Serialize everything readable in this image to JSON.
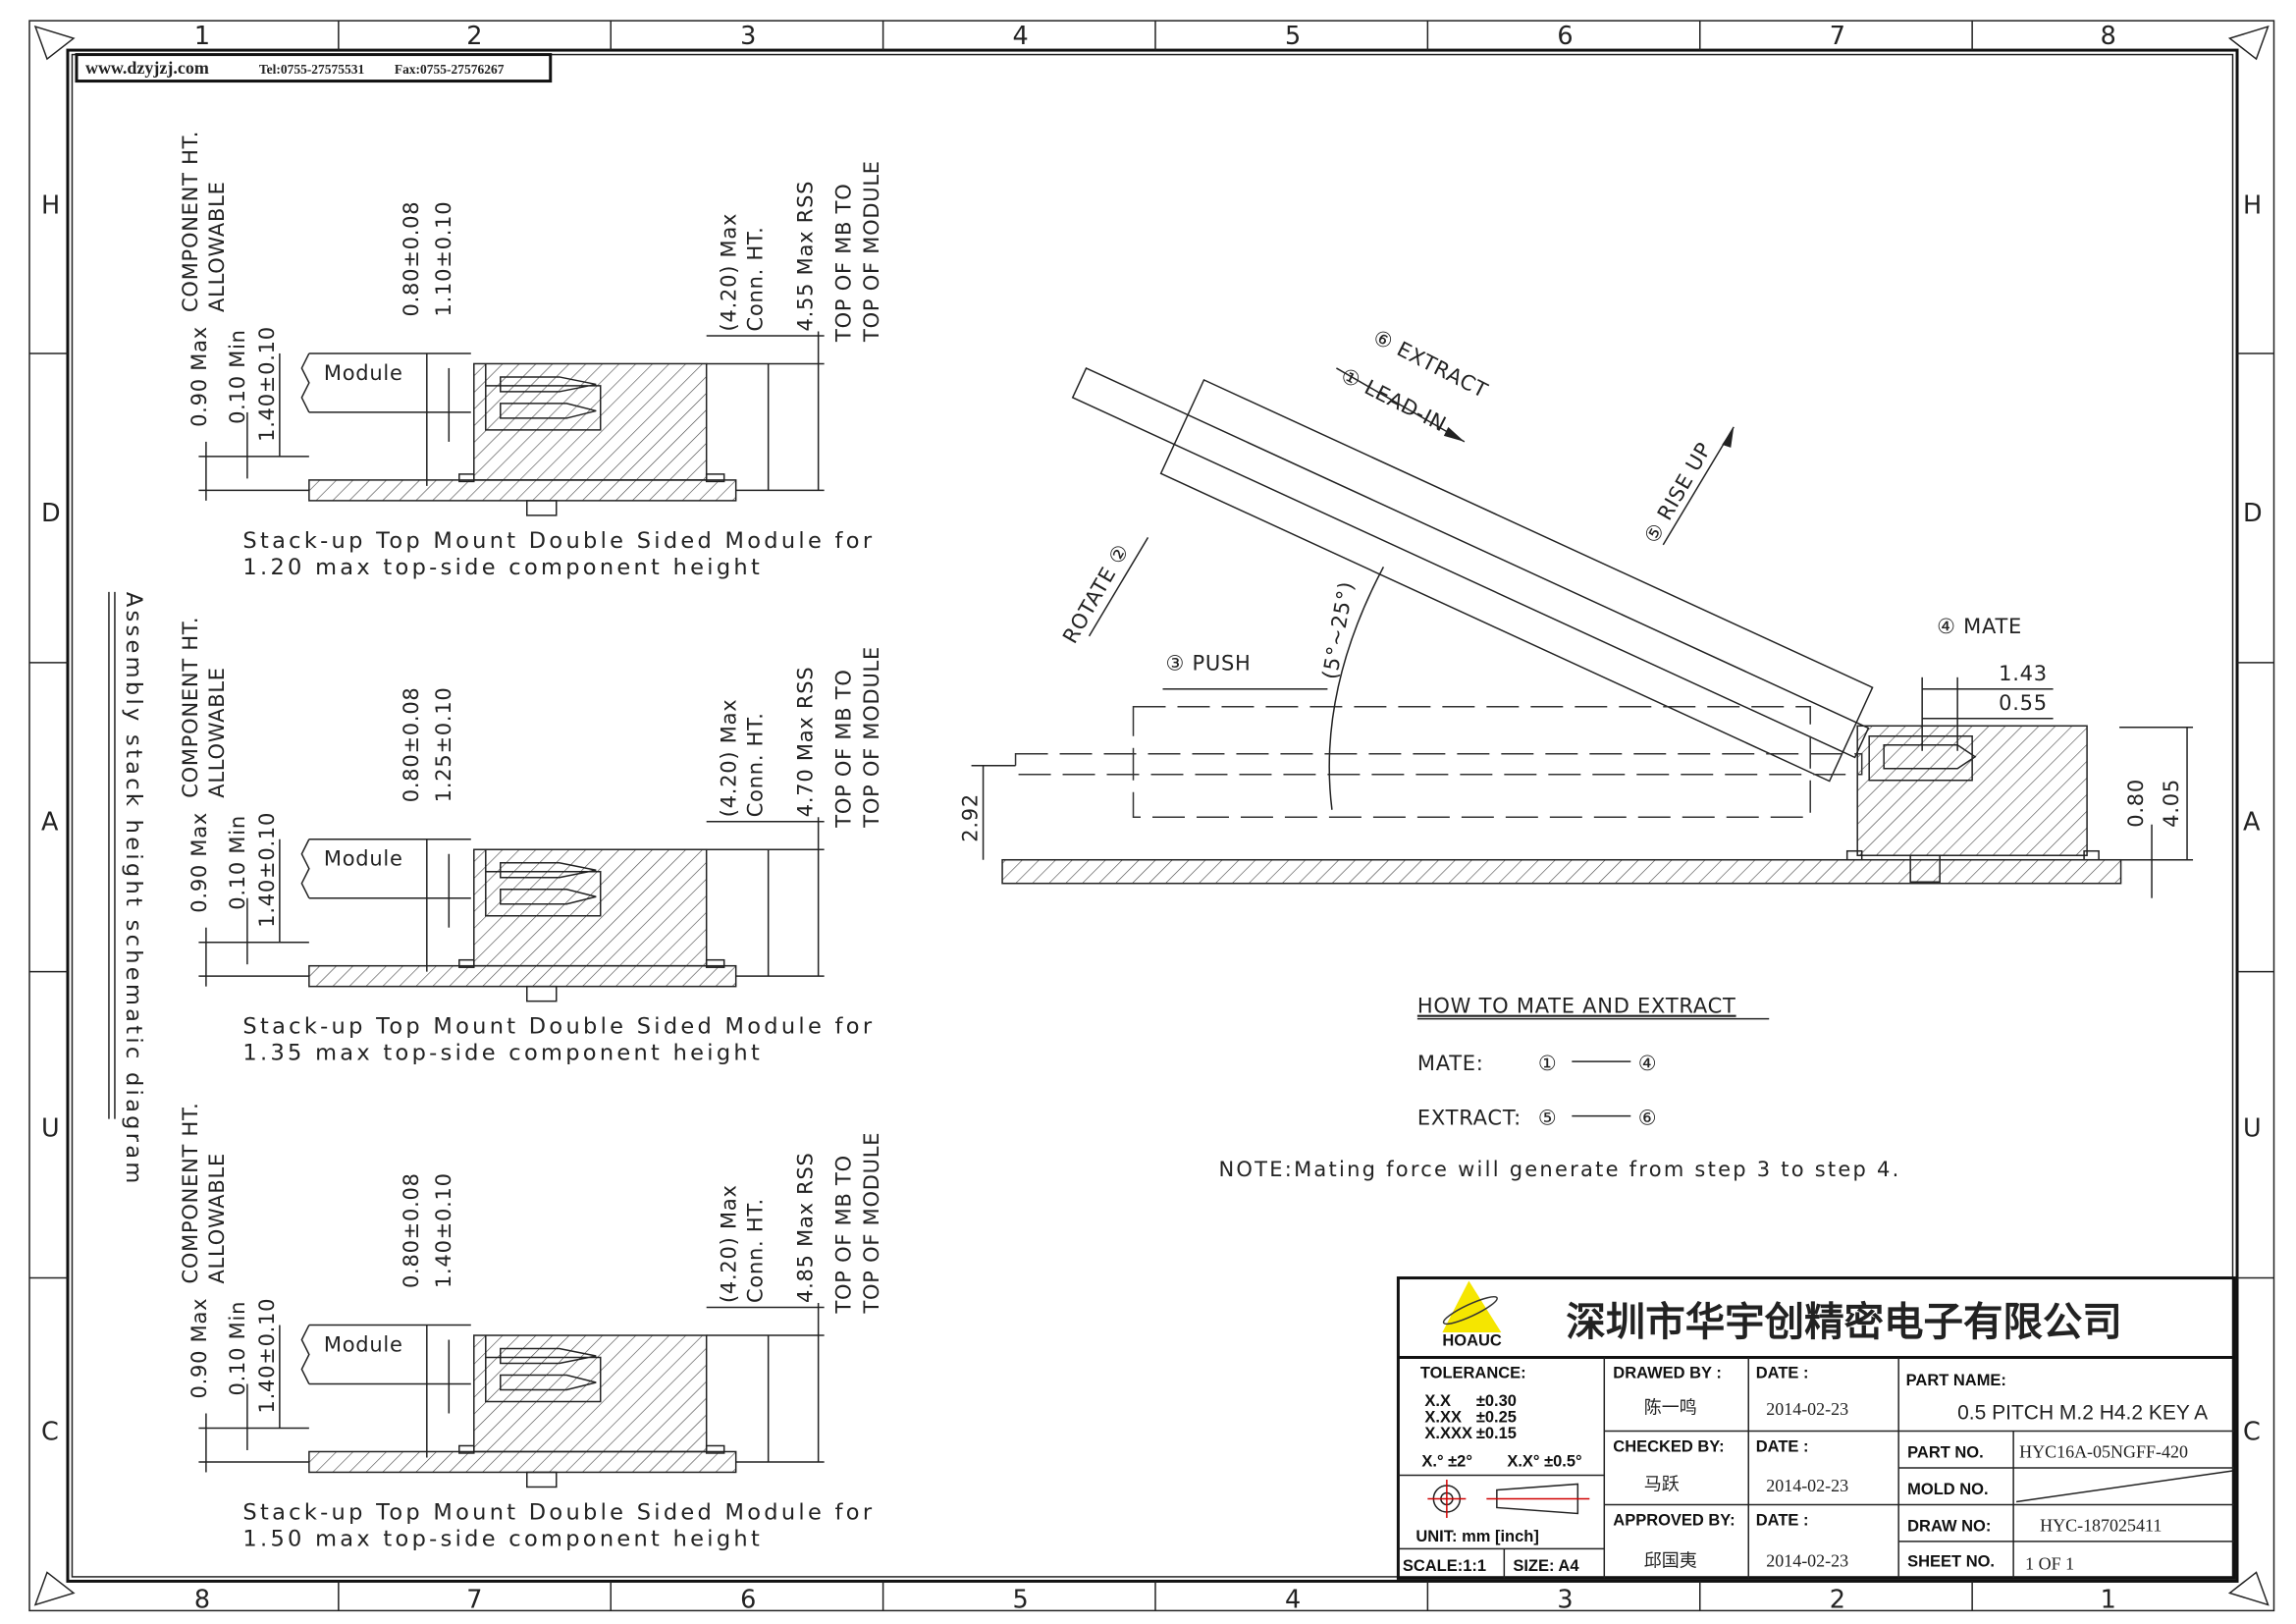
{
  "header": {
    "website": "www.dzyjzj.com",
    "tel": "Tel:0755-27575531",
    "fax": "Fax:0755-27576267"
  },
  "border": {
    "top_columns": [
      "1",
      "2",
      "3",
      "4",
      "5",
      "6",
      "7",
      "8"
    ],
    "bottom_columns": [
      "8",
      "7",
      "6",
      "5",
      "4",
      "3",
      "2",
      "1"
    ],
    "rows": [
      "H",
      "D",
      "A",
      "U",
      "C"
    ]
  },
  "side_label": "Assembly stack height schematic diagram",
  "stackups": [
    {
      "allowable_1": "COMPONENT HT.",
      "allowable_2": "ALLOWABLE",
      "min_clear": "0.90 Max",
      "gap": "0.10 Min",
      "module_ht": "1.40±0.10",
      "pcb": "0.80±0.08",
      "module_top": "1.10±0.10",
      "conn_1": "(4.20) Max",
      "conn_2": "Conn. HT.",
      "rss": "4.55 Max RSS",
      "top_1": "TOP OF MB TO",
      "top_2": "TOP OF MODULE",
      "module": "Module",
      "caption_1": "Stack-up Top Mount Double Sided Module for",
      "caption_2": "1.20 max top-side component height"
    },
    {
      "allowable_1": "COMPONENT HT.",
      "allowable_2": "ALLOWABLE",
      "min_clear": "0.90 Max",
      "gap": "0.10 Min",
      "module_ht": "1.40±0.10",
      "pcb": "0.80±0.08",
      "module_top": "1.25±0.10",
      "conn_1": "(4.20) Max",
      "conn_2": "Conn. HT.",
      "rss": "4.70 Max RSS",
      "top_1": "TOP OF MB TO",
      "top_2": "TOP OF MODULE",
      "module": "Module",
      "caption_1": "Stack-up Top Mount Double Sided Module for",
      "caption_2": "1.35 max top-side component height"
    },
    {
      "allowable_1": "COMPONENT HT.",
      "allowable_2": "ALLOWABLE",
      "min_clear": "0.90 Max",
      "gap": "0.10 Min",
      "module_ht": "1.40±0.10",
      "pcb": "0.80±0.08",
      "module_top": "1.40±0.10",
      "conn_1": "(4.20) Max",
      "conn_2": "Conn. HT.",
      "rss": "4.85 Max RSS",
      "top_1": "TOP OF MB TO",
      "top_2": "TOP OF MODULE",
      "module": "Module",
      "caption_1": "Stack-up Top Mount Double Sided Module for",
      "caption_2": "1.50 max top-side component height"
    }
  ],
  "mating": {
    "extract": "⑥ EXTRACT",
    "lead_in": "① LEAD-IN",
    "rise_up": "⑤ RISE UP",
    "rotate": "ROTATE ②",
    "push": "③ PUSH",
    "angle": "(5°~25°)",
    "mate": "④ MATE",
    "dim_143": "1.43",
    "dim_055": "0.55",
    "dim_292": "2.92",
    "dim_080": "0.80",
    "dim_405": "4.05",
    "howto_title": "HOW TO MATE AND EXTRACT",
    "mate_label": "MATE:",
    "mate_from": "①",
    "mate_to": "④",
    "extract_label": "EXTRACT:",
    "extract_from": "⑤",
    "extract_to": "⑥",
    "note": "NOTE:Mating force will generate from step 3 to step 4."
  },
  "title_block": {
    "logo_text": "HOAUC",
    "company": "深圳市华宇创精密电子有限公司",
    "tolerance_label": "TOLERANCE:",
    "tolerances": [
      [
        "X.X",
        "±0.30"
      ],
      [
        "X.XX",
        "±0.25"
      ],
      [
        "X.XXX",
        "±0.15"
      ]
    ],
    "angle_tol_1": "X.° ±2°",
    "angle_tol_2": "X.X° ±0.5°",
    "unit": "UNIT:  mm  [inch]",
    "scale": "SCALE:1:1",
    "size": "SIZE:  A4",
    "drawed_label": "DRAWED BY :",
    "drawed": "陈一鸣",
    "checked_label": "CHECKED BY:",
    "checked": "马跃",
    "approved_label": "APPROVED BY:",
    "approved": "邱国夷",
    "date_label": "DATE :",
    "date_1": "2014-02-23",
    "date_2": "2014-02-23",
    "date_3": "2014-02-23",
    "part_name_label": "PART NAME:",
    "part_name": "0.5 PITCH M.2 H4.2  KEY A",
    "part_no_label": "PART  NO.",
    "part_no": "HYC16A-05NGFF-420",
    "mold_no_label": "MOLD  NO.",
    "draw_no_label": "DRAW  NO:",
    "draw_no": "HYC-187025411",
    "sheet_no_label": "SHEET  NO.",
    "sheet_no": "1  OF  1",
    "colors": {
      "logo": "#f5e600",
      "logo_red": "#d00000"
    }
  }
}
